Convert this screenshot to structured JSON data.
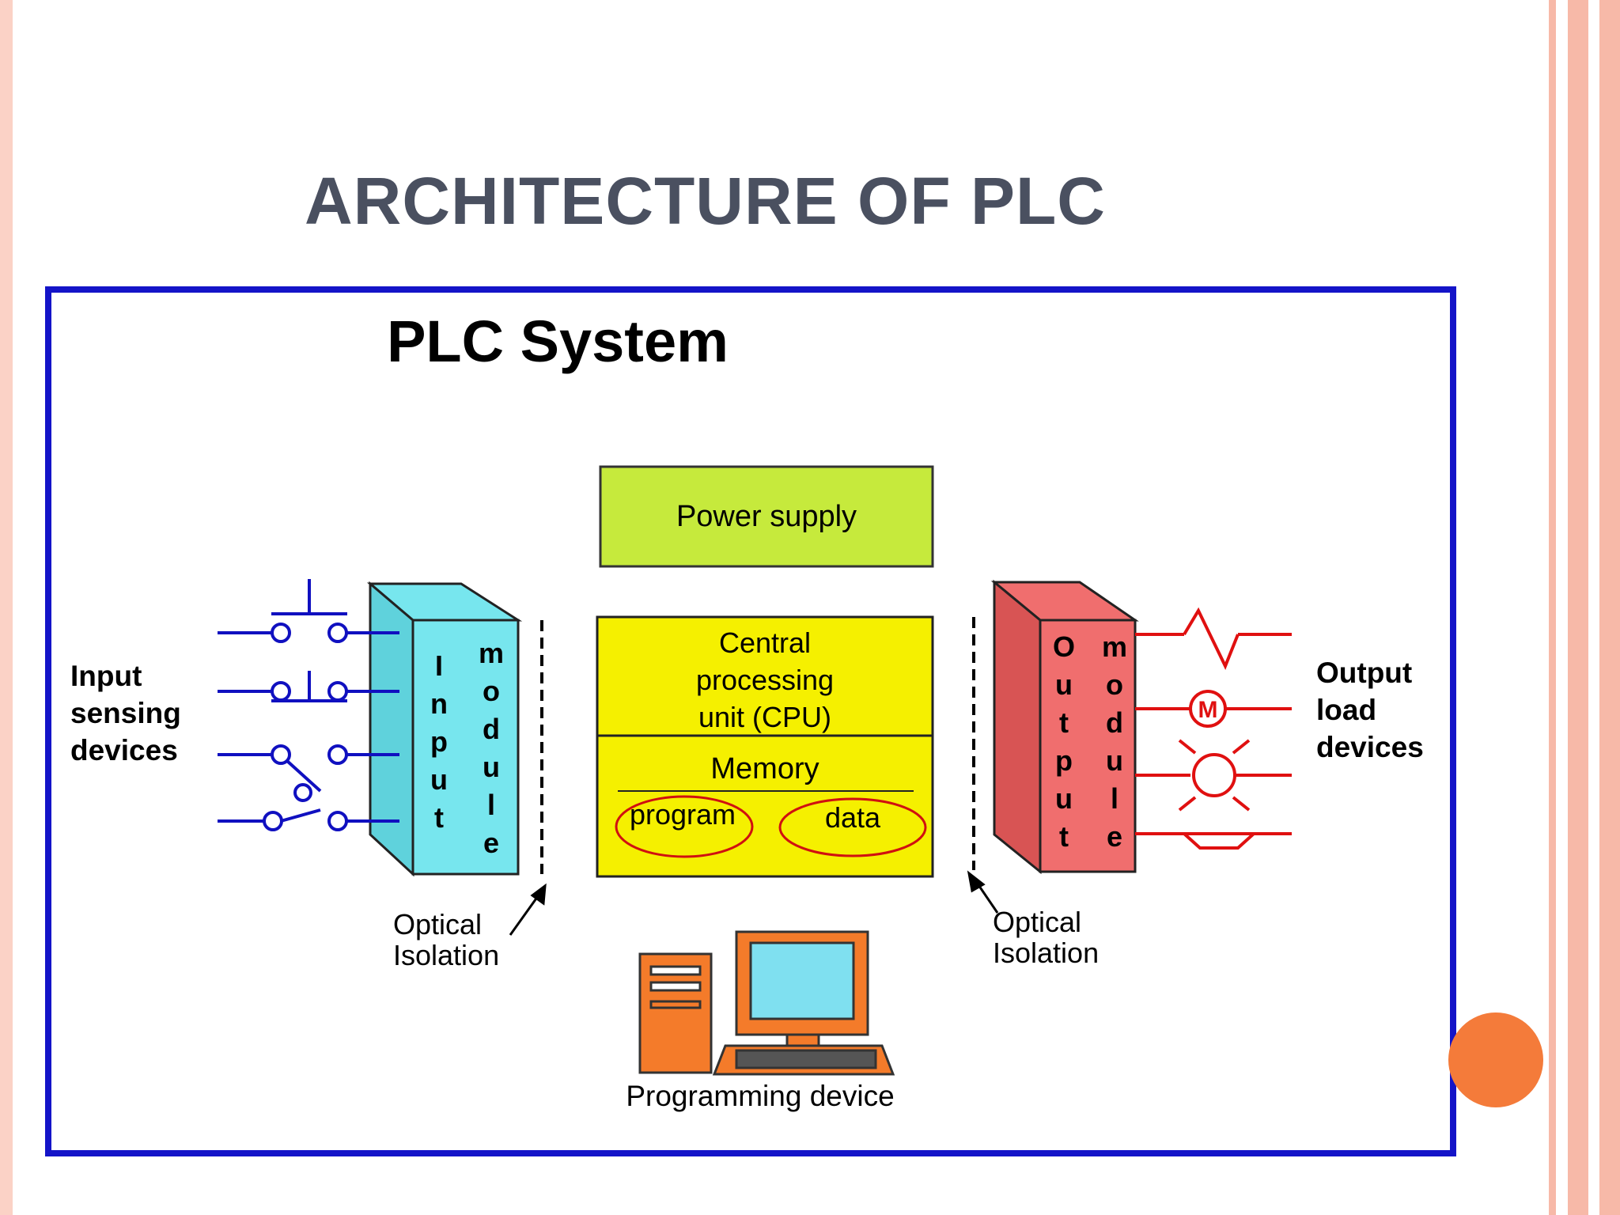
{
  "slide": {
    "title": "ARCHITECTURE OF PLC",
    "accent_color": "#f47b3a",
    "frame_color": "#1414c8",
    "stripe_color": "#f7b9a8"
  },
  "diagram": {
    "title": "PLC System",
    "power_supply": "Power supply",
    "cpu": {
      "line1": "Central",
      "line2": "processing",
      "line3": "unit (CPU)"
    },
    "memory": {
      "label": "Memory",
      "program": "program",
      "data": "data"
    },
    "input_module": {
      "col1": [
        "I",
        "n",
        "p",
        "u",
        "t"
      ],
      "col2": [
        "m",
        "o",
        "d",
        "u",
        "l",
        "e"
      ]
    },
    "output_module": {
      "col1": [
        "O",
        "u",
        "t",
        "p",
        "u",
        "t"
      ],
      "col2": [
        "m",
        "o",
        "d",
        "u",
        "l",
        "e"
      ]
    },
    "input_devices": {
      "line1": "Input",
      "line2": "sensing",
      "line3": "devices"
    },
    "output_devices": {
      "line1": "Output",
      "line2": "load",
      "line3": "devices"
    },
    "optical_isolation_left": {
      "line1": "Optical",
      "line2": "Isolation"
    },
    "optical_isolation_right": {
      "line1": "Optical",
      "line2": "Isolation"
    },
    "programming_device": "Programming device",
    "motor_symbol": "M",
    "colors": {
      "power_supply": "#c6ea3c",
      "cpu_memory": "#f5f000",
      "input_module": "#77e6ee",
      "output_module": "#f06e6e",
      "input_wires": "#1010c0",
      "output_wires": "#e01010",
      "computer": "#f47b2a",
      "screen": "#7fe0f0"
    },
    "icons": [
      "pushbutton-no-icon",
      "pushbutton-nc-icon",
      "limit-switch-icon",
      "switch-icon",
      "heater-icon",
      "motor-icon",
      "lamp-icon",
      "horn-icon",
      "computer-icon"
    ]
  }
}
